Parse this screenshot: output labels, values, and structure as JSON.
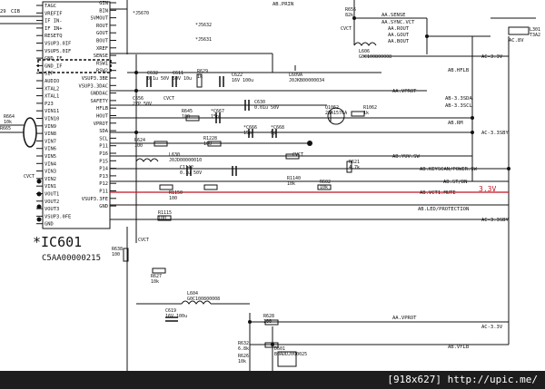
{
  "ic": {
    "ref": "*IC601",
    "part": "C5AA00000215",
    "left_pins": [
      "TAGC",
      "VREFIF",
      "IF IN-",
      "IF IN+",
      "RESETQ",
      "VSUP3.0IF",
      "VSUP5.0IF",
      "GND_IF",
      "GND_IF",
      "SIF",
      "AUDIO",
      "XTAL2",
      "XTAL1",
      "P23",
      "VIN11",
      "VIN10",
      "VIN9",
      "VIN8",
      "VIN7",
      "VIN6",
      "VIN5",
      "VIN4",
      "VIN3",
      "VIN2",
      "VIN1",
      "VOUT1",
      "VOUT2",
      "VOUT3",
      "VSUP3.0FE",
      "GND"
    ],
    "right_pins": [
      "GIN",
      "BIN",
      "SVMOUT",
      "ROUT",
      "GOUT",
      "BOUT",
      "XREF",
      "SENSE",
      "RSW1",
      "RSW2",
      "VSUP3.3BE",
      "VSUP3.3DAC",
      "GNDDAC",
      "SAFETY",
      "HFLB",
      "HOUT",
      "VPROT",
      "SDA",
      "SCL",
      "P11",
      "P16",
      "P15",
      "P14",
      "P13",
      "P12",
      "P11",
      "VSUP3.3FE",
      "GND"
    ]
  },
  "components": {
    "r656": {
      "ref": "R656",
      "val": "82k"
    },
    "l606": {
      "ref": "L606",
      "val": "G0C100800008"
    },
    "l301": {
      "ref": "L301",
      "val": "T3A2"
    },
    "c632": {
      "ref": "C632",
      "val": "0.1u 50V"
    },
    "c611": {
      "ref": "C611",
      "val": "50V 10u"
    },
    "r629": {
      "ref": "R629",
      "val": "1k"
    },
    "c622": {
      "ref": "C622",
      "val": "16V 100u"
    },
    "l609": {
      "ref": "L609A",
      "val": "J0JKB00000034"
    },
    "c656": {
      "ref": "C656",
      "val": "27P 50V"
    },
    "r645": {
      "ref": "R645",
      "val": "100"
    },
    "c667": {
      "ref": "*C667",
      "val": "15p"
    },
    "c630": {
      "ref": "C630",
      "val": "0.01u 50V"
    },
    "q1062": {
      "ref": "Q1062",
      "val": "2SA1576A"
    },
    "r1062": {
      "ref": "R1062",
      "val": "1k"
    },
    "r624": {
      "ref": "R624",
      "val": "100"
    },
    "r1228": {
      "ref": "R1228",
      "val": "100"
    },
    "c666": {
      "ref": "*C666",
      "val": "15p"
    },
    "c668": {
      "ref": "*C668",
      "val": "5p"
    },
    "l630": {
      "ref": "L630",
      "val": "J0JD00000010"
    },
    "c1142": {
      "ref": "C1142",
      "val": "0.1u 50V"
    },
    "r1140": {
      "ref": "R1140",
      "val": "10k"
    },
    "r602": {
      "ref": "R602",
      "val": "10k"
    },
    "r1150": {
      "ref": "R1150",
      "val": "100"
    },
    "r1115": {
      "ref": "R1115",
      "val": "100"
    },
    "r638": {
      "ref": "R638",
      "val": "100"
    },
    "r627": {
      "ref": "R627",
      "val": "10k"
    },
    "l604": {
      "ref": "L604",
      "val": "G0C100800008"
    },
    "c619": {
      "ref": "C619",
      "val": "16V 100u"
    },
    "r628": {
      "ref": "R628",
      "val": "100"
    },
    "r632": {
      "ref": "R632",
      "val": "6.8k"
    },
    "r626": {
      "ref": "R626",
      "val": "10k"
    },
    "d601": {
      "ref": "D601",
      "val": "B0ADDJ000025"
    },
    "r664": {
      "ref": "R664",
      "val": "10k"
    },
    "r621": {
      "ref": "R621",
      "val": "4.7k"
    }
  },
  "nets": {
    "a_sense": "AA.SENSE",
    "a_sync": "AA.SYNC.VCT",
    "a_rout": "AA.ROUT",
    "a_gout": "AA.GOUT",
    "a_bout": "AA.BOUT",
    "ac33v_1": "AC-3.3V",
    "ac8v": "AC.8V",
    "ab_hflb": "AB.HFLB",
    "aa_vprot": "AA.VPROT",
    "ab_33sda": "AB-3.3SDA",
    "ab_33scl": "AB-3.3SCL",
    "ab_rm": "AB.RM",
    "ac_33sby_1": "AC-3.3SBY",
    "ab_yuvsw": "AB.YUV.SW",
    "ab_keyscan": "AB.KEYSCAN/POWER.SW",
    "ab_stdn": "AB.ST/DN",
    "ab_vctmute": "AB.VCT1.MUTE",
    "v33_note": "3.3V",
    "ab_led": "AB.LED/PROTECTION",
    "ac_33sby_2": "AC-3.3SBY",
    "aa_vprot2": "AA.VPROT",
    "ac33v_2": "AC-3.3V",
    "ab_vflb": "AB.VFLB",
    "pin_29": "29",
    "pin_cib": "CIB",
    "bottom_net": "AB.PRIN"
  },
  "labels": {
    "cvct": "CVCT",
    "j5670": "*J5670",
    "j5632": "*J5632",
    "j5631": "*J5631",
    "r665": "R665"
  },
  "footer": "[918x627] http://upic.me/"
}
